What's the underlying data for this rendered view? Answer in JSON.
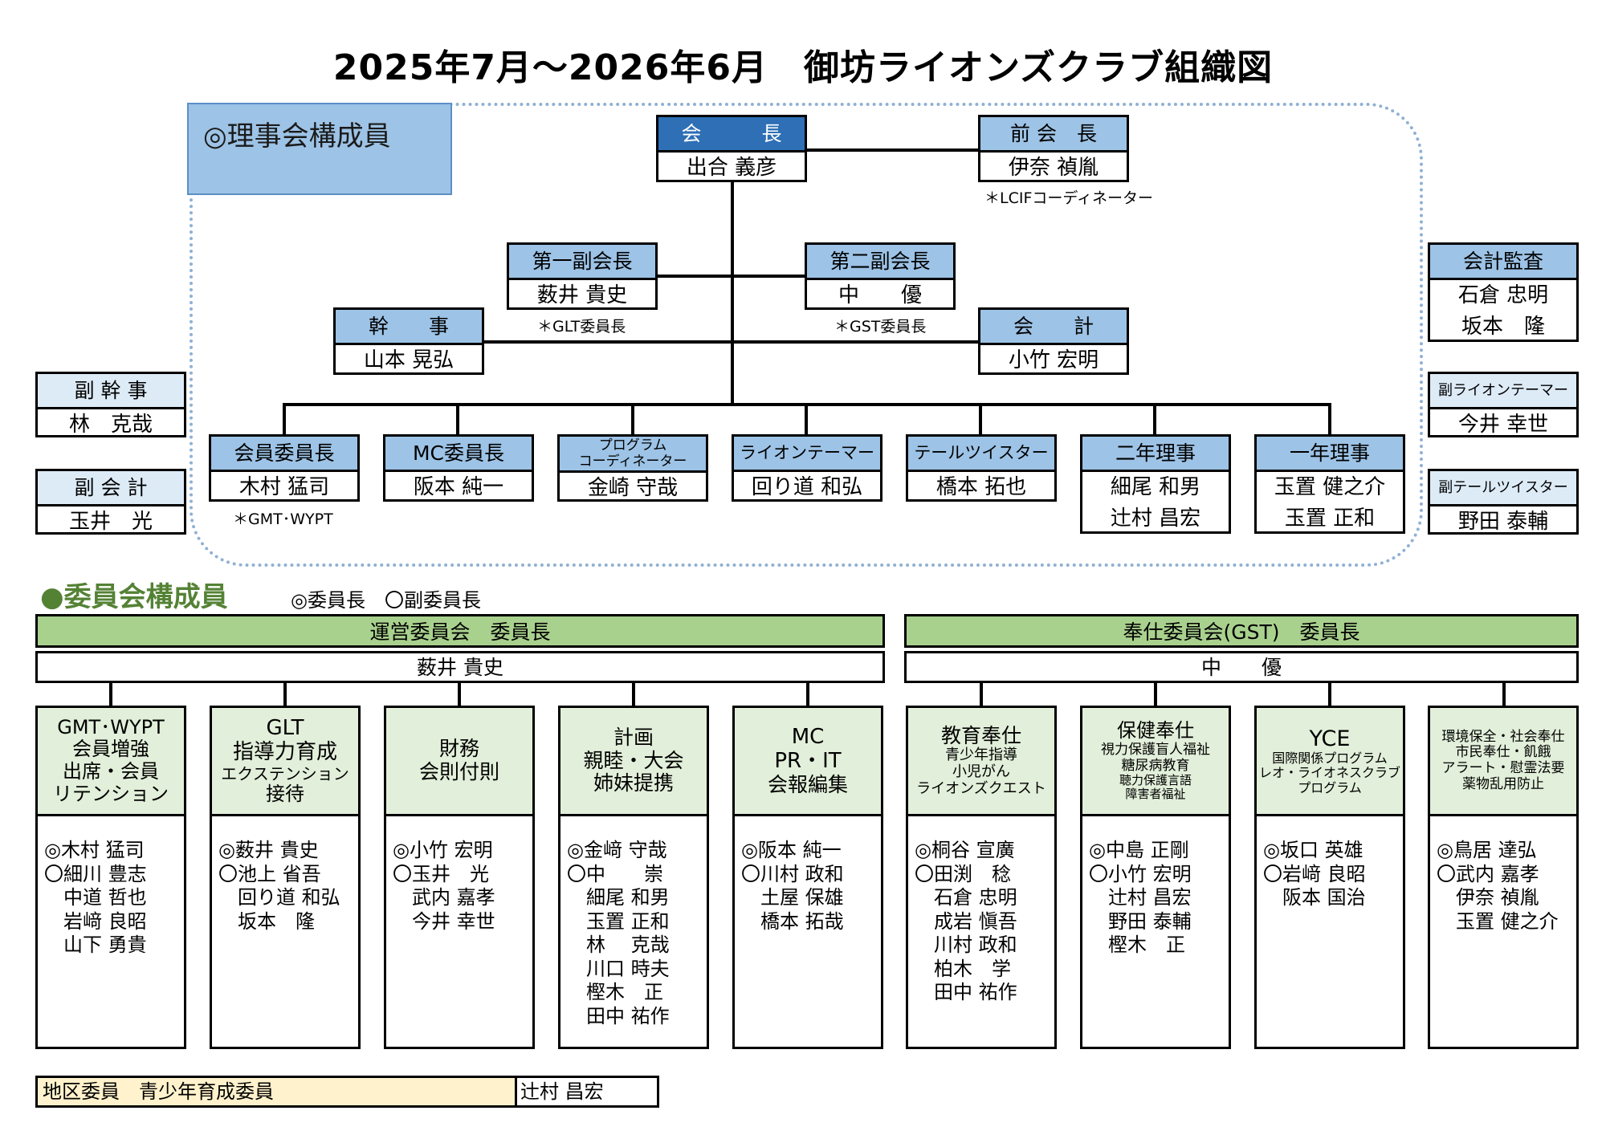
{
  "title": "2025年7月～2026年6月　御坊ライオンズクラブ組織図",
  "board_label": "◎理事会構成員",
  "board": {
    "president": {
      "role": "会　　　長",
      "name": "出合 義彦"
    },
    "past_president": {
      "role": "前 会　長",
      "name": "伊奈 禎胤",
      "note": "＊LCIFコーディネーター"
    },
    "vp1": {
      "role": "第一副会長",
      "name": "薮井 貴史",
      "note": "＊GLT委員長"
    },
    "vp2": {
      "role": "第二副会長",
      "name": "中　　優",
      "note": "＊GST委員長"
    },
    "secretary": {
      "role": "幹　　事",
      "name": "山本 晃弘"
    },
    "treasurer": {
      "role": "会　　計",
      "name": "小竹 宏明"
    },
    "row": [
      {
        "role": "会員委員長",
        "names": [
          "木村 猛司"
        ],
        "note": "＊GMT･WYPT"
      },
      {
        "role": "MC委員長",
        "names": [
          "阪本 純一"
        ]
      },
      {
        "role": "プログラム\nコーディネーター",
        "names": [
          "金崎 守哉"
        ],
        "small": true
      },
      {
        "role": "ライオンテーマー",
        "names": [
          "回り道 和弘"
        ]
      },
      {
        "role": "テールツイスター",
        "names": [
          "橋本 拓也"
        ]
      },
      {
        "role": "二年理事",
        "names": [
          "細尾 和男",
          "辻村 昌宏"
        ]
      },
      {
        "role": "一年理事",
        "names": [
          "玉置 健之介",
          "玉置 正和"
        ]
      }
    ]
  },
  "left_side": [
    {
      "role": "副 幹 事",
      "name": "林　克哉"
    },
    {
      "role": "副 会 計",
      "name": "玉井　光"
    }
  ],
  "right_side": {
    "auditor": {
      "role": "会計監査",
      "names": [
        "石倉 忠明",
        "坂本　隆"
      ]
    },
    "vice_tamer": {
      "role": "副ライオンテーマー",
      "name": "今井 幸世"
    },
    "vice_twister": {
      "role": "副テールツイスター",
      "name": "野田 泰輔"
    }
  },
  "committee_section": {
    "title": "●委員会構成員",
    "legend": "◎委員長　〇副委員長"
  },
  "operations": {
    "head": "運営委員会　委員長",
    "chair": "薮井 貴史"
  },
  "service": {
    "head": "奉仕委員会(GST)　委員長",
    "chair": "中　　優"
  },
  "committees": [
    {
      "lines": [
        "GMT･WYPT",
        "会員増強",
        "出席・会員",
        "リテンション"
      ],
      "sizes": [
        24,
        24,
        24,
        24
      ],
      "members": [
        "◎木村 猛司",
        "〇細川 豊志",
        "　中道 哲也",
        "　岩﨑 良昭",
        "　山下 勇貴"
      ]
    },
    {
      "lines": [
        "GLT",
        "指導力育成",
        "エクステンション",
        "接待"
      ],
      "sizes": [
        26,
        26,
        20,
        24
      ],
      "members": [
        "◎薮井 貴史",
        "〇池上 省吾",
        "　回り道 和弘",
        "　坂本　隆"
      ]
    },
    {
      "lines": [
        "財務",
        "会則付則"
      ],
      "sizes": [
        25,
        25
      ],
      "members": [
        "◎小竹 宏明",
        "〇玉井　光",
        "　武内 嘉孝",
        "　今井 幸世"
      ]
    },
    {
      "lines": [
        "計画",
        "親睦・大会",
        "姉妹提携"
      ],
      "sizes": [
        25,
        25,
        25
      ],
      "members": [
        "◎金﨑 守哉",
        "〇中　　崇",
        "　細尾 和男",
        "　玉置 正和",
        "　林　 克哉",
        "　川口 時夫",
        "　樫木　正",
        "　田中 祐作"
      ]
    },
    {
      "lines": [
        "MC",
        "PR・IT",
        "会報編集"
      ],
      "sizes": [
        26,
        26,
        25
      ],
      "members": [
        "◎阪本 純一",
        "〇川村 政和",
        "　土屋 保雄",
        "　橋本 拓哉"
      ]
    },
    {
      "lines": [
        "教育奉仕",
        "青少年指導",
        "小児がん",
        "ライオンズクエスト"
      ],
      "sizes": [
        25,
        18,
        18,
        18
      ],
      "members": [
        "◎桐谷 宣廣",
        "〇田渕　稔",
        "　石倉 忠明",
        "　成岩 愼吾",
        "　川村 政和",
        "　柏木　学",
        "　田中 祐作"
      ]
    },
    {
      "lines": [
        "保健奉仕",
        "視力保護盲人福祉",
        "糖尿病教育",
        "聴力保護言語",
        "障害者福祉"
      ],
      "sizes": [
        24,
        17,
        17,
        15,
        15
      ],
      "members": [
        "◎中島 正剛",
        "〇小竹 宏明",
        "　辻村 昌宏",
        "　野田 泰輔",
        "　樫木　正"
      ]
    },
    {
      "lines": [
        "YCE",
        "国際関係プログラム",
        "レオ・ライオネスクラブ",
        "プログラム"
      ],
      "sizes": [
        27,
        16,
        16,
        16
      ],
      "members": [
        "◎坂口 英雄",
        "〇岩﨑 良昭",
        "　阪本 国治"
      ]
    },
    {
      "lines": [
        "環境保全・社会奉仕",
        "市民奉仕・飢餓",
        "アラート・慰霊法要",
        "薬物乱用防止"
      ],
      "sizes": [
        17,
        17,
        17,
        17
      ],
      "members": [
        "◎鳥居 達弘",
        "〇武内 嘉孝",
        "　伊奈 禎胤",
        "　玉置 健之介"
      ]
    }
  ],
  "district": {
    "label": "地区委員　青少年育成委員",
    "name": "辻村 昌宏"
  },
  "colors": {
    "accent_dark_blue": "#2e6fb5",
    "header_blue": "#9dc3e6",
    "pale_blue": "#ddebf7",
    "green_head": "#a9d18e",
    "green_pale": "#e2efda",
    "section_green": "#548235",
    "district_yellow": "#fff2cc"
  }
}
